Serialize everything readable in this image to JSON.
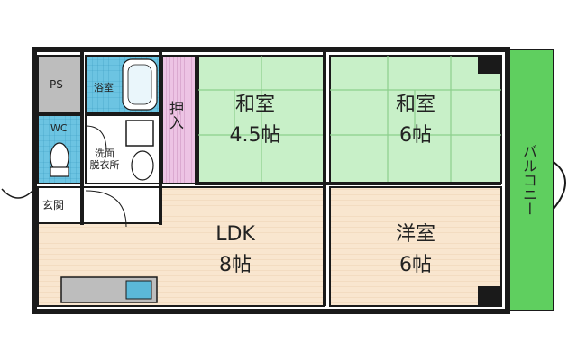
{
  "rooms": {
    "washitsu_a": {
      "name": "和室",
      "size": "4.5帖"
    },
    "washitsu_b": {
      "name": "和室",
      "size": "6帖"
    },
    "ldk": {
      "name": "LDK",
      "size": "8帖"
    },
    "youshitsu": {
      "name": "洋室",
      "size": "6帖"
    },
    "closet": "押入",
    "bath": "浴室",
    "washroom": "洗面\n脱衣所",
    "ps": "PS",
    "wc": "WC",
    "entrance": "玄関",
    "balcony": "バルコニー"
  },
  "colors": {
    "wall": "#1a1a1a",
    "tatami": "#c8f0c8",
    "wood_floor": "#f7e2c8",
    "tile_blue": "#5bb8d8",
    "balcony_green": "#5fcf5f",
    "closet_pink": "#e8b4dc",
    "gray_box": "#bdbdbd"
  }
}
